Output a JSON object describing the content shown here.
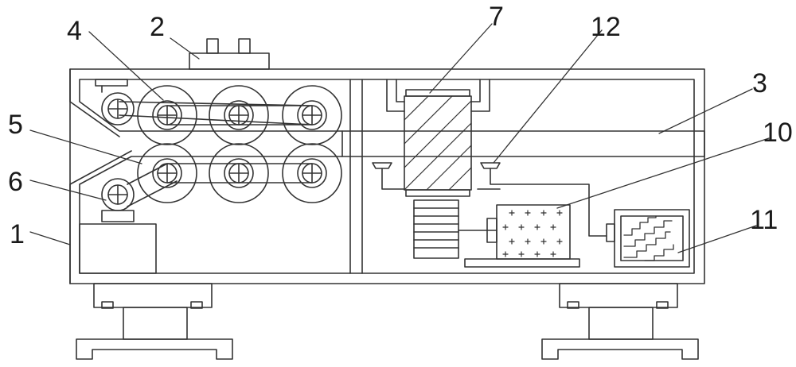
{
  "labels": {
    "l1": "1",
    "l2": "2",
    "l3": "3",
    "l4": "4",
    "l5": "5",
    "l6": "6",
    "l7": "7",
    "l10": "10",
    "l11": "11",
    "l12": "12"
  },
  "colors": {
    "stroke": "#333333",
    "fill": "#ffffff"
  }
}
